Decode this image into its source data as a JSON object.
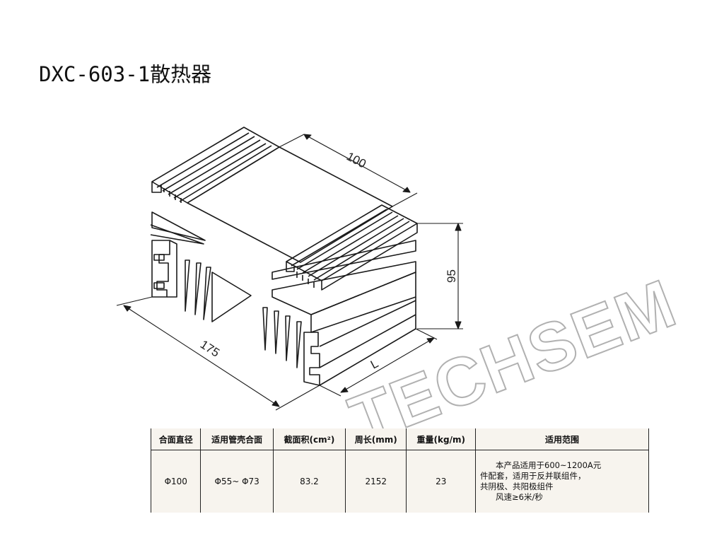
{
  "title": "DXC-603-1散热器",
  "dimensions": {
    "length_top": "100",
    "height": "95",
    "width": "175",
    "length_var": "L"
  },
  "watermark": "TECHSEM",
  "table": {
    "headers": [
      "合面直径",
      "适用管壳合面",
      "截面积(cm²)",
      "周长(mm)",
      "重量(kg/m)",
      "适用范围"
    ],
    "row": {
      "diameter": "Φ100",
      "housing": "Φ55~ Φ73",
      "area": "83.2",
      "perimeter": "2152",
      "weight": "23",
      "usage_lines": [
        "本产品适用于600~1200A元",
        "件配套，适用于反并联组件，",
        "共阴极、共阳极组件",
        "风速≥6米/秒"
      ]
    }
  }
}
